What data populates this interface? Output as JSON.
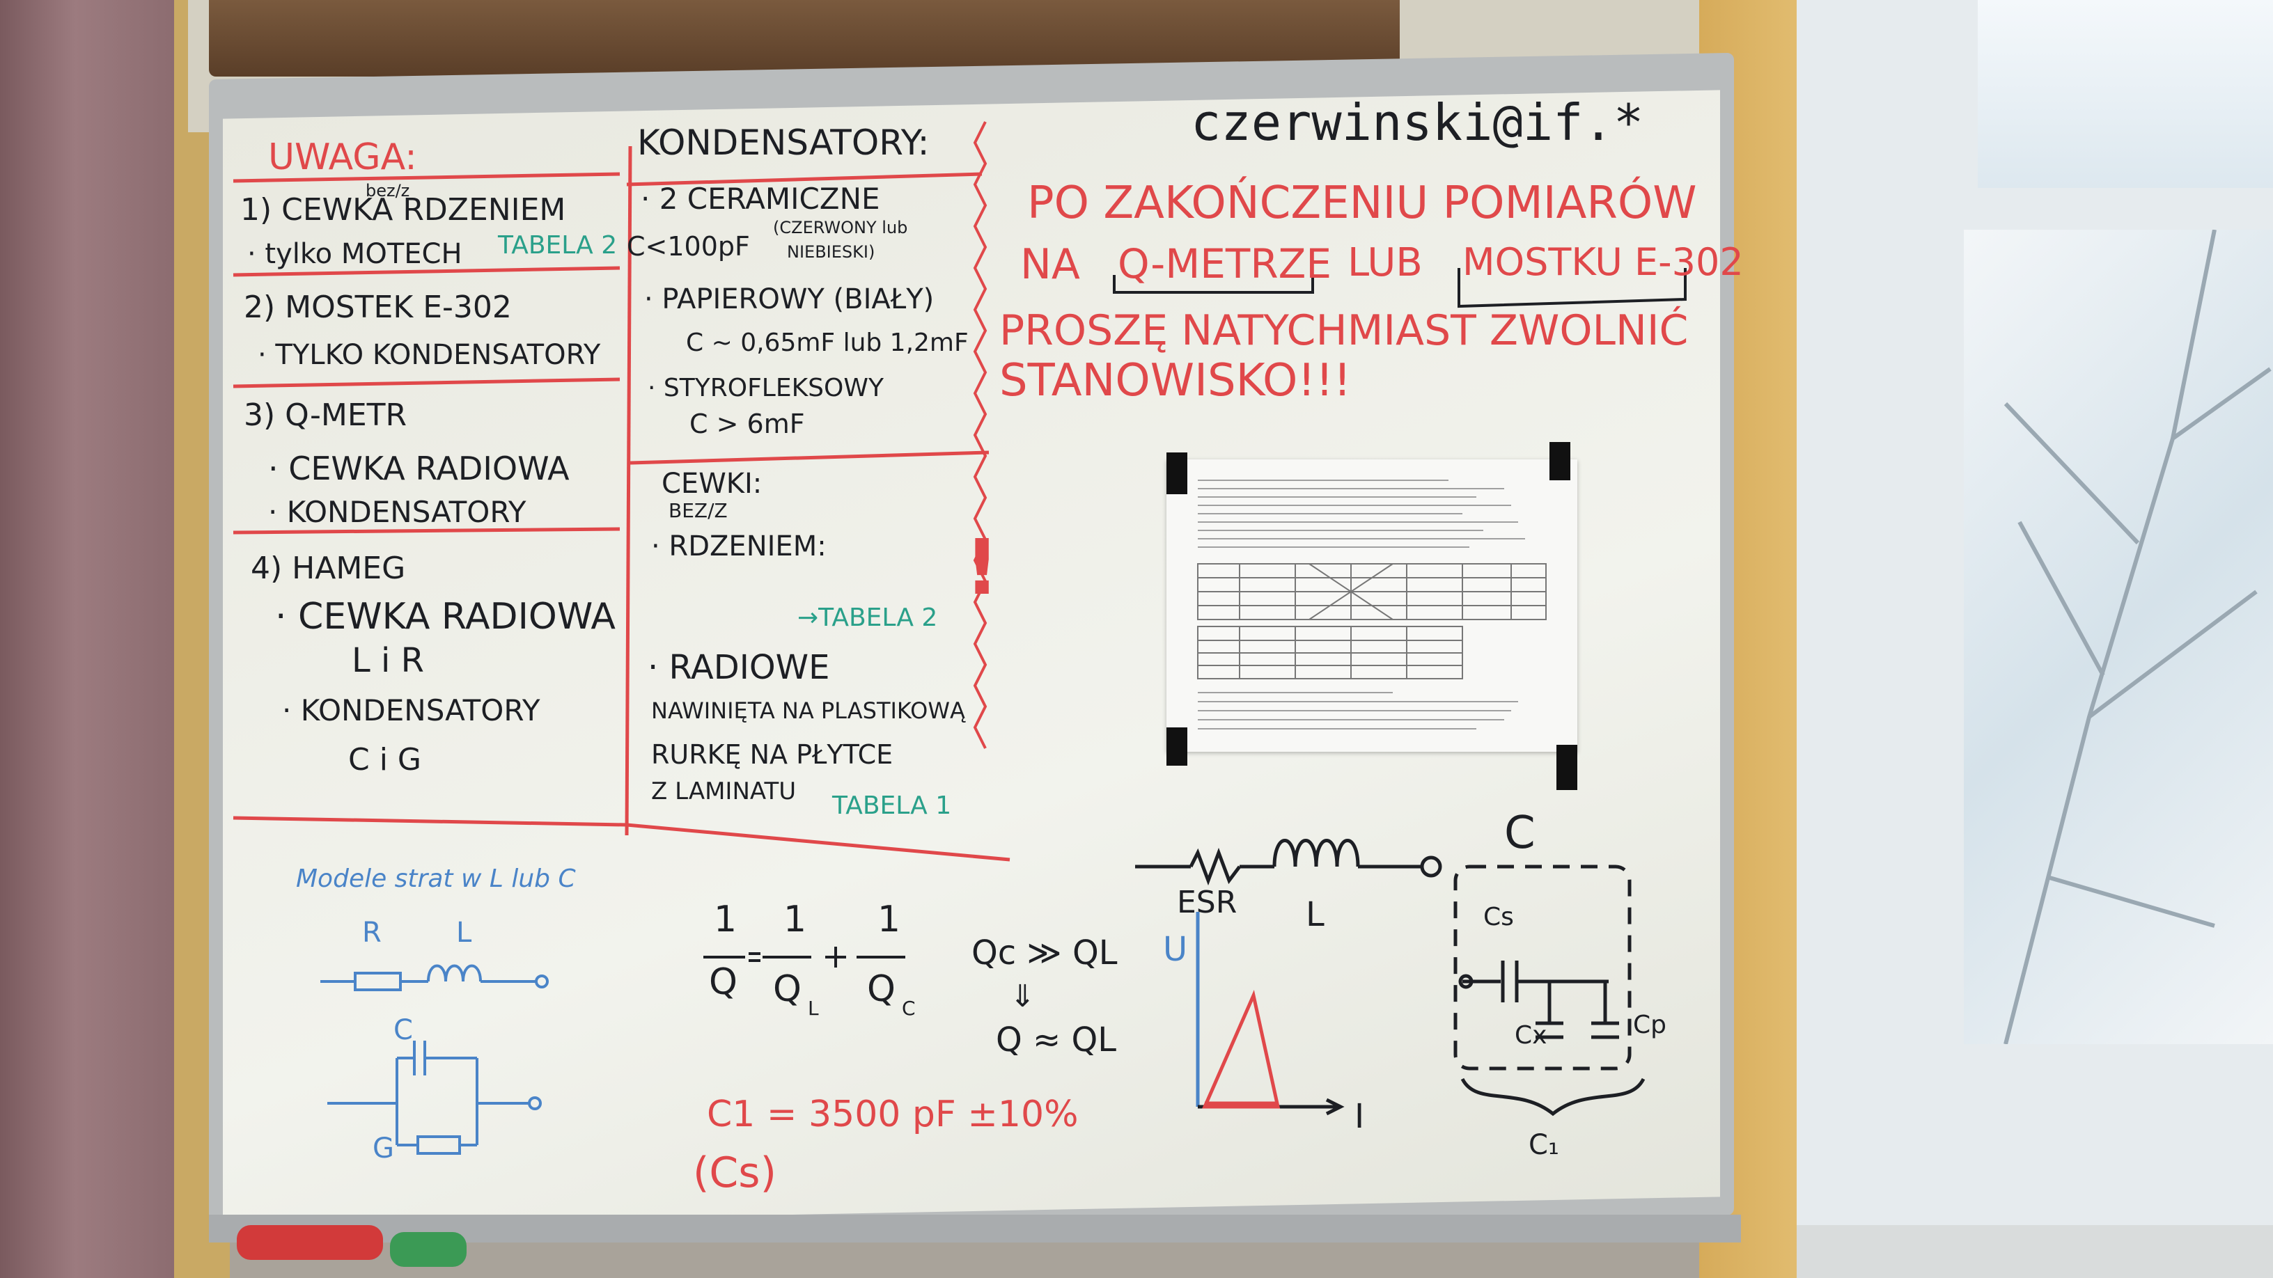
{
  "whiteboard": {
    "email": "czerwinski@if.*",
    "left_panel": {
      "heading": "UWAGA:",
      "item1": "1) CEWKA RDZENIEM",
      "item1_sup": "bez/z",
      "item1_sub": "· tylko MOTECH",
      "item1_tag": "TABELA 2",
      "item2": "2) MOSTEK E-302",
      "item2_sub": "· TYLKO KONDENSATORY",
      "item3": "3) Q-METR",
      "item3_sub1": "· CEWKA RADIOWA",
      "item3_sub2": "· KONDENSATORY",
      "item4": "4) HAMEG",
      "item4_sub1": "· CEWKA RADIOWA",
      "item4_sub1b": "L i R",
      "item4_sub2": "· KONDENSATORY",
      "item4_sub2b": "C i G"
    },
    "middle_panel": {
      "heading": "KONDENSATORY:",
      "c1": "· 2 CERAMICZNE",
      "c1b": "C<100pF",
      "c1_note1": "(CZERWONY lub",
      "c1_note2": "NIEBIESKI)",
      "c2": "· PAPIEROWY (BIAŁY)",
      "c2b": "C ~ 0,65mF lub 1,2mF",
      "c3": "· STYROFLEKSOWY",
      "c3b": "C > 6mF",
      "coils_heading": "CEWKI:",
      "coils_sup": "BEZ/Z",
      "coils_sub": "· RDZENIEM:",
      "coils_tag": "→TABELA 2",
      "exclaim": "!",
      "radio": "· RADIOWE",
      "radio_l1": "NAWINIĘTA NA PLASTIKOWĄ",
      "radio_l2": "RURKĘ NA PŁYTCE",
      "radio_l3": "Z LAMINATU",
      "radio_tag": "TABELA 1"
    },
    "notice": {
      "line1": "PO ZAKOŃCZENIU POMIARÓW",
      "line2a": "NA",
      "line2b": "Q-METRZE",
      "line2c": "LUB",
      "line2d": "MOSTKU E-302",
      "line3": "PROSZĘ NATYCHMIAST ZWOLNIĆ",
      "line4": "STANOWISKO!!!"
    },
    "bottom_left": {
      "title": "Modele strat w L lub C",
      "r": "R",
      "l": "L",
      "c": "C",
      "g": "G"
    },
    "formula": {
      "one": "1",
      "q": "Q",
      "ql": "Q",
      "ql_sub": "L",
      "qc": "Q",
      "qc_sub": "C",
      "cond1": "Qc ≫ QL",
      "arrow": "⇓",
      "cond2": "Q ≈ QL",
      "cap": "C1 = 3500 pF  ±10%",
      "cap_sub": "(Cs)"
    },
    "circuit": {
      "esr": "ESR",
      "l": "L",
      "c_big": "C",
      "cs": "Cs",
      "cx": "Cx",
      "cp": "Cp",
      "cc": "C₁",
      "u": "U",
      "i": "I"
    }
  },
  "colors": {
    "marker_red": "#e0484a",
    "marker_black": "#1d1f24",
    "marker_green": "#2aa08a",
    "marker_blue": "#4a84c8"
  }
}
